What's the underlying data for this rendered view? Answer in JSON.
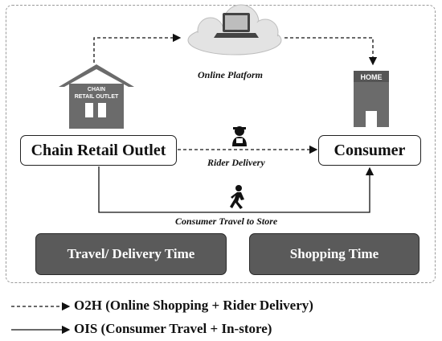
{
  "nodes": {
    "outlet": "Chain Retail Outlet",
    "consumer": "Consumer"
  },
  "labels": {
    "platform": "Online Platform",
    "rider": "Rider Delivery",
    "travel": "Consumer Travel to Store",
    "store_sign_line1": "CHAIN",
    "store_sign_line2": "RETAIL OUTLET",
    "home_sign": "HOME"
  },
  "boxes": {
    "travel_time": "Travel/ Delivery Time",
    "shopping_time": "Shopping Time"
  },
  "legend": {
    "o2h": "O2H  (Online Shopping + Rider Delivery)",
    "ois": "OIS   (Consumer Travel + In-store)"
  },
  "colors": {
    "box_fill": "#5a5a5a",
    "icon_fill": "#6b6b6b",
    "line": "#111111"
  },
  "icons": [
    "store-icon",
    "cloud-icon",
    "laptop-icon",
    "home-building-icon",
    "rider-icon",
    "walking-person-icon"
  ]
}
